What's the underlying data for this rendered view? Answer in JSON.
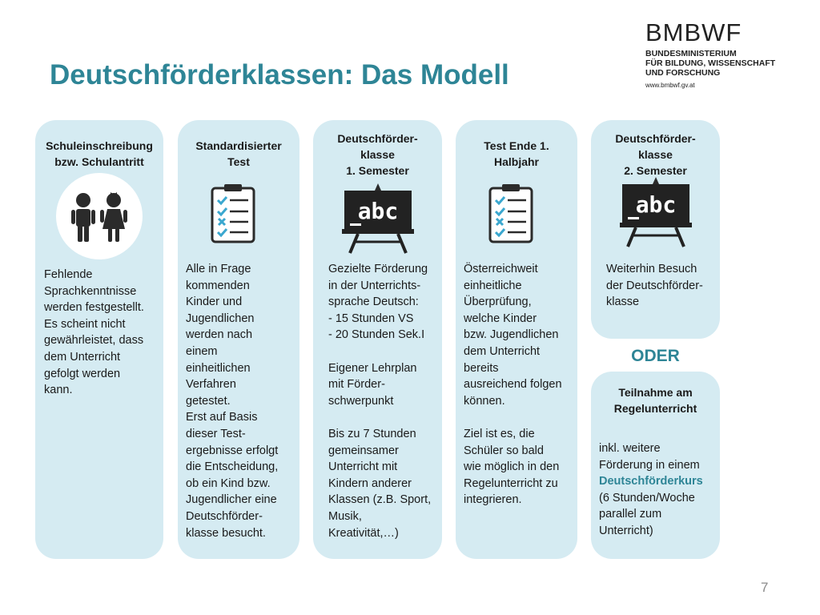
{
  "slide": {
    "title": "Deutschförderklassen: Das Modell",
    "page_number": "7"
  },
  "logo": {
    "name": "BMBWF",
    "subtitle": "BUNDESMINISTERIUM\nFÜR BILDUNG, WISSENSCHAFT\nUND FORSCHUNG",
    "url": "www.bmbwf.gv.at"
  },
  "cards": [
    {
      "heading": "Schuleinschreibung\nbzw. Schulantritt",
      "icon": "children-icon",
      "text": "Fehlende\nSprachkenntnisse\nwerden festgestellt.\nEs scheint nicht\ngewährleistet, dass\ndem Unterricht\ngefolgt werden\nkann."
    },
    {
      "heading": "Standardisierter\nTest",
      "icon": "checklist-icon",
      "text": "Alle in Frage\nkommenden\nKinder und\nJugendlichen\nwerden nach\neinem\neinheitlichen\nVerfahren\ngetestet.\nErst auf Basis\ndieser Test-\nergebnisse erfolgt\ndie Entscheidung,\nob ein Kind bzw.\nJugendlicher eine\nDeutschförder-\nklasse besucht."
    },
    {
      "heading": "Deutschförder-\nklasse\n1. Semester",
      "icon": "chalkboard-abc-icon",
      "board_text": "abc",
      "text": "Gezielte Förderung\nin der Unterrichts-\nsprache Deutsch:\n-   15 Stunden VS\n-   20 Stunden Sek.I\n\nEigener Lehrplan\nmit Förder-\nschwerpunkt\n\nBis zu 7 Stunden\ngemeinsamer\nUnterricht mit\nKindern anderer\nKlassen (z.B. Sport,\nMusik,\nKreativität,…)"
    },
    {
      "heading": "Test Ende 1.\nHalbjahr",
      "icon": "checklist-icon",
      "text": "Österreichweit\neinheitliche\nÜberprüfung,\nwelche Kinder\nbzw. Jugendlichen\ndem Unterricht\nbereits\nausreichend folgen\nkönnen.\n\nZiel ist es, die\nSchüler so bald\nwie möglich in den\nRegelunterricht zu\nintegrieren."
    },
    {
      "heading": "Deutschförder-\nklasse\n2. Semester",
      "icon": "chalkboard-abc-icon",
      "board_text": "abc",
      "text": "Weiterhin Besuch\nder Deutschförder-\nklasse"
    },
    {
      "heading": "Teilnahme am\nRegelunterricht",
      "text_before": "inkl. weitere\nFörderung in einem\n",
      "highlight": "Deutschförderkurs",
      "text_after": "\n(6 Stunden/Woche\nparallel zum\nUnterricht)"
    }
  ],
  "oder_label": "ODER",
  "colors": {
    "title": "#2e8596",
    "card_background": "#d5ebf2",
    "icon_dark": "#2b2b2b",
    "icon_check": "#3aa7cf"
  }
}
